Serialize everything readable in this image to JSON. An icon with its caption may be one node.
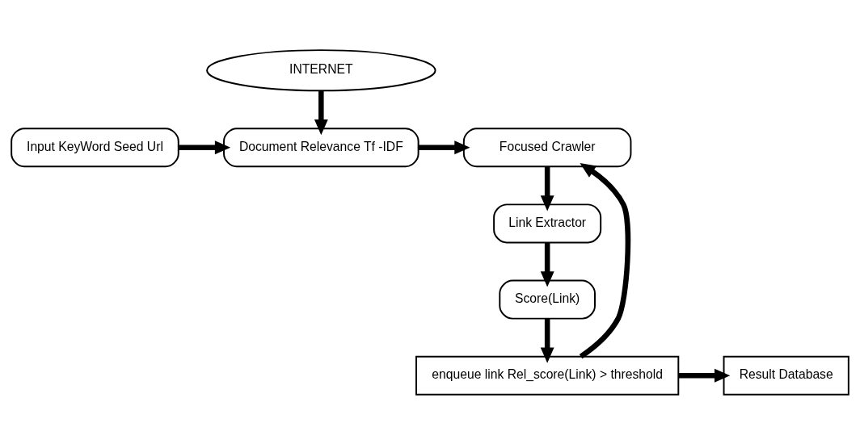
{
  "diagram": {
    "nodes": [
      {
        "text": [
          "INTERNET"
        ]
      },
      {
        "text": [
          "Input KeyWord Seed Url"
        ]
      },
      {
        "text": [
          "Document Relevance Tf -IDF"
        ]
      },
      {
        "text": [
          "Focused Crawler"
        ]
      },
      {
        "text": [
          "Link Extractor"
        ]
      },
      {
        "text": [
          "Score(Link)"
        ]
      },
      {
        "text": [
          "enqueue link Rel_score(Link) > threshold"
        ]
      },
      {
        "text": [
          "Result Database"
        ]
      }
    ],
    "edges": [
      {
        "from": 0,
        "to": 2,
        "arrow": "to"
      },
      {
        "from": 1,
        "to": 2,
        "arrow": "to"
      },
      {
        "from": 2,
        "to": 3,
        "arrow": "to"
      },
      {
        "from": 3,
        "to": 4,
        "arrow": "to"
      },
      {
        "from": 4,
        "to": 5,
        "arrow": "to"
      },
      {
        "from": 5,
        "to": 6,
        "arrow": "to"
      },
      {
        "from": 6,
        "to": 7,
        "arrow": "to"
      },
      {
        "from": 6,
        "to": 3,
        "arrow": "to"
      }
    ]
  }
}
